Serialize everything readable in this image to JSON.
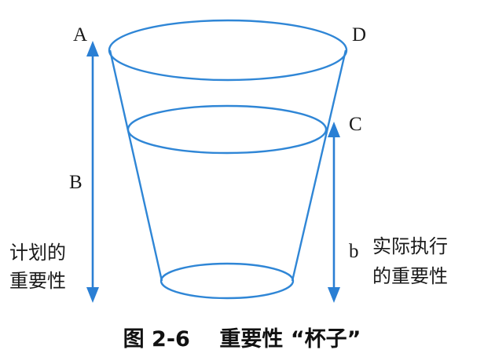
{
  "labels": {
    "point_a": "A",
    "point_d": "D",
    "point_c": "C",
    "letter_B": "B",
    "letter_b": "b",
    "planned_line1": "计划的",
    "planned_line2": "重要性",
    "actual_line1": "实际执行",
    "actual_line2": "的重要性"
  },
  "caption": "图 2-6    重要性 “杯子”",
  "colors": {
    "line": "#2f86d6",
    "arrow": "#2a7fd4",
    "text": "#1a1a1a"
  }
}
